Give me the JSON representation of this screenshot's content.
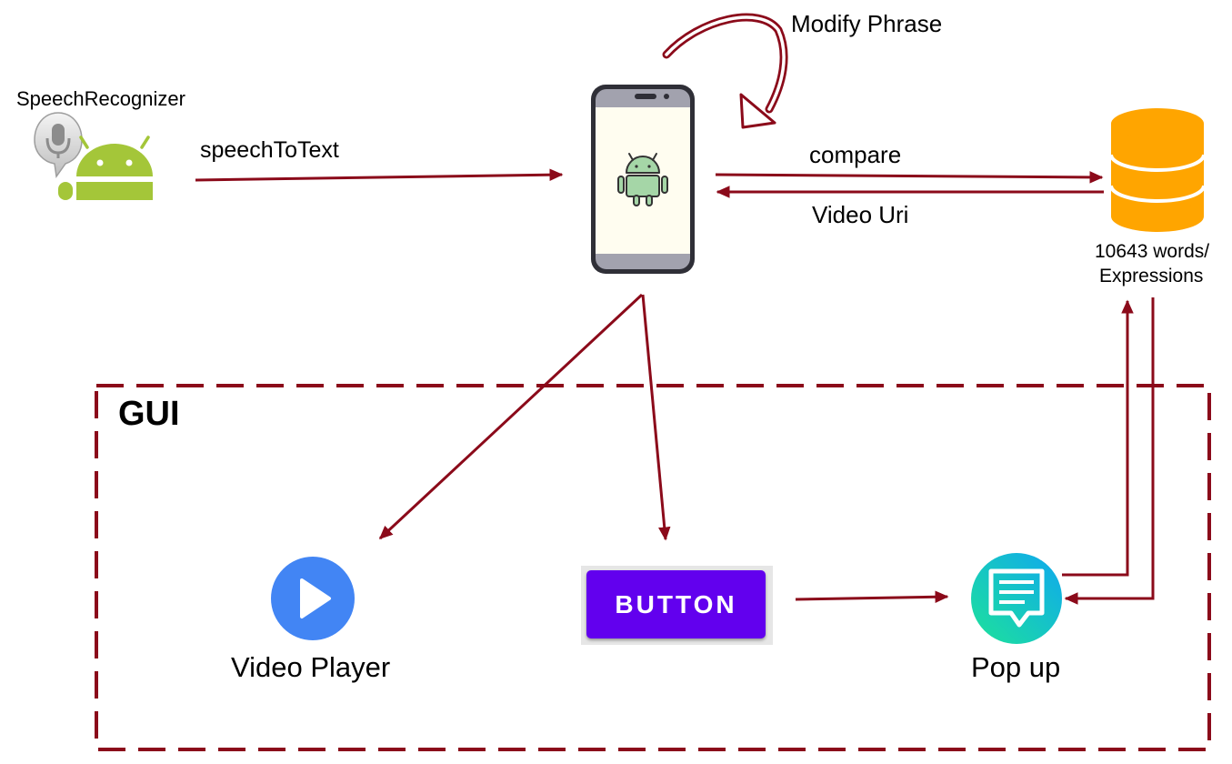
{
  "labels": {
    "speech_recognizer": "SpeechRecognizer",
    "speech_to_text": "speechToText",
    "modify_phrase": "Modify Phrase",
    "compare": "compare",
    "video_uri": "Video Uri",
    "database_line1": "10643 words/",
    "database_line2": "Expressions",
    "gui": "GUI",
    "video_player": "Video Player",
    "button": "BUTTON",
    "popup": "Pop up"
  },
  "colors": {
    "arrow": "#8b0a1a",
    "dashed_box": "#8b0a1a",
    "database": "#ffa500",
    "android_green": "#a4c639",
    "play_button": "#4285f4",
    "button_purple": "#6200ee"
  },
  "icons": {
    "speech_recognizer": "android-microphone-icon",
    "phone": "android-phone-icon",
    "database": "database-icon",
    "video_player": "play-icon",
    "popup": "message-bubble-icon"
  }
}
